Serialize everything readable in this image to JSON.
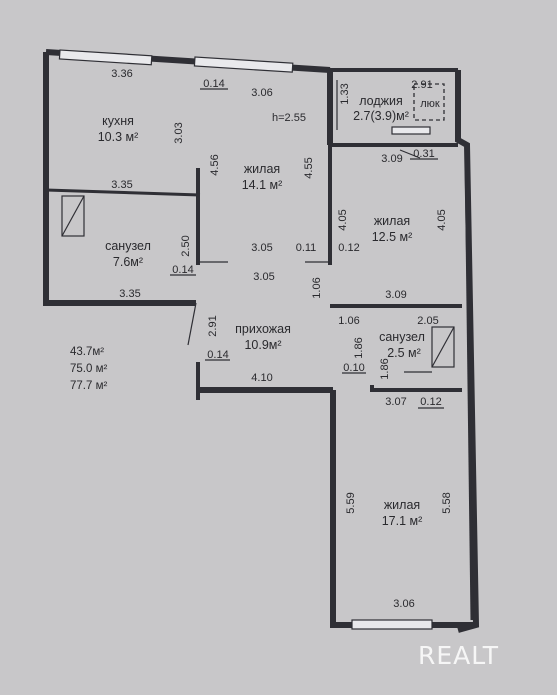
{
  "plan": {
    "ceiling": "h=2.55",
    "rooms": {
      "kitchen": {
        "name": "кухня",
        "area": "10.3 м²"
      },
      "living1": {
        "name": "жилая",
        "area": "14.1 м²"
      },
      "living2": {
        "name": "жилая",
        "area": "12.5 м²"
      },
      "living3": {
        "name": "жилая",
        "area": "17.1 м²"
      },
      "bath1": {
        "name": "санузел",
        "area": "7.6м²"
      },
      "bath2": {
        "name": "санузел",
        "area": "2.5 м²"
      },
      "hall": {
        "name": "прихожая",
        "area": "10.9м²"
      },
      "loggia": {
        "name": "лоджия",
        "area": "2.7(3.9)м²"
      }
    },
    "hatch": "люк",
    "totals": [
      "43.7м²",
      "75.0 м²",
      "77.7 м²"
    ],
    "dims": {
      "d336": "3.36",
      "d014a": "0.14",
      "d306top": "3.06",
      "d133": "1.33",
      "d291top": "2.91",
      "d303": "3.03",
      "d309a": "3.09",
      "d031": "0.31",
      "d456": "4.56",
      "d455": "4.55",
      "d335a": "3.35",
      "d405a": "4.05",
      "d405b": "4.05",
      "d250": "2.50",
      "d305a": "3.05",
      "d011": "0.11",
      "d012a": "0.12",
      "d014b": "0.14",
      "d305b": "3.05",
      "d106a": "1.06",
      "d335b": "3.35",
      "d309b": "3.09",
      "d291mid": "2.91",
      "d106b": "1.06",
      "d205": "2.05",
      "d186a": "1.86",
      "d186b": "1.86",
      "d010": "0.10",
      "d014c": "0.14",
      "d410": "4.10",
      "d307": "3.07",
      "d012b": "0.12",
      "d559": "5.59",
      "d558": "5.58",
      "d306bot": "3.06"
    },
    "watermark": "REALT"
  }
}
